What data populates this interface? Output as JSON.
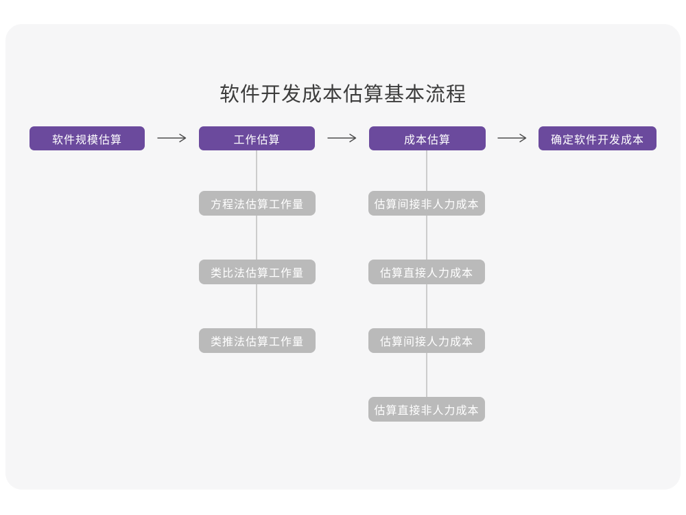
{
  "title": "软件开发成本估算基本流程",
  "colors": {
    "accent": "#6b4a9d",
    "sub_node": "#bababa",
    "card_bg": "#f6f6f7",
    "connector": "#cccccc",
    "arrow": "#4d4d4d",
    "title_text": "#3d3d3d",
    "node_text": "#ffffff"
  },
  "flow": {
    "main_nodes": [
      {
        "label": "软件规模估算"
      },
      {
        "label": "工作估算"
      },
      {
        "label": "成本估算"
      },
      {
        "label": "确定软件开发成本"
      }
    ],
    "work_estimation_methods": [
      {
        "label": "方程法估算工作量"
      },
      {
        "label": "类比法估算工作量"
      },
      {
        "label": "类推法估算工作量"
      }
    ],
    "cost_estimation_steps": [
      {
        "label": "估算间接非人力成本"
      },
      {
        "label": "估算直接人力成本"
      },
      {
        "label": "估算间接人力成本"
      },
      {
        "label": "估算直接非人力成本"
      }
    ]
  }
}
